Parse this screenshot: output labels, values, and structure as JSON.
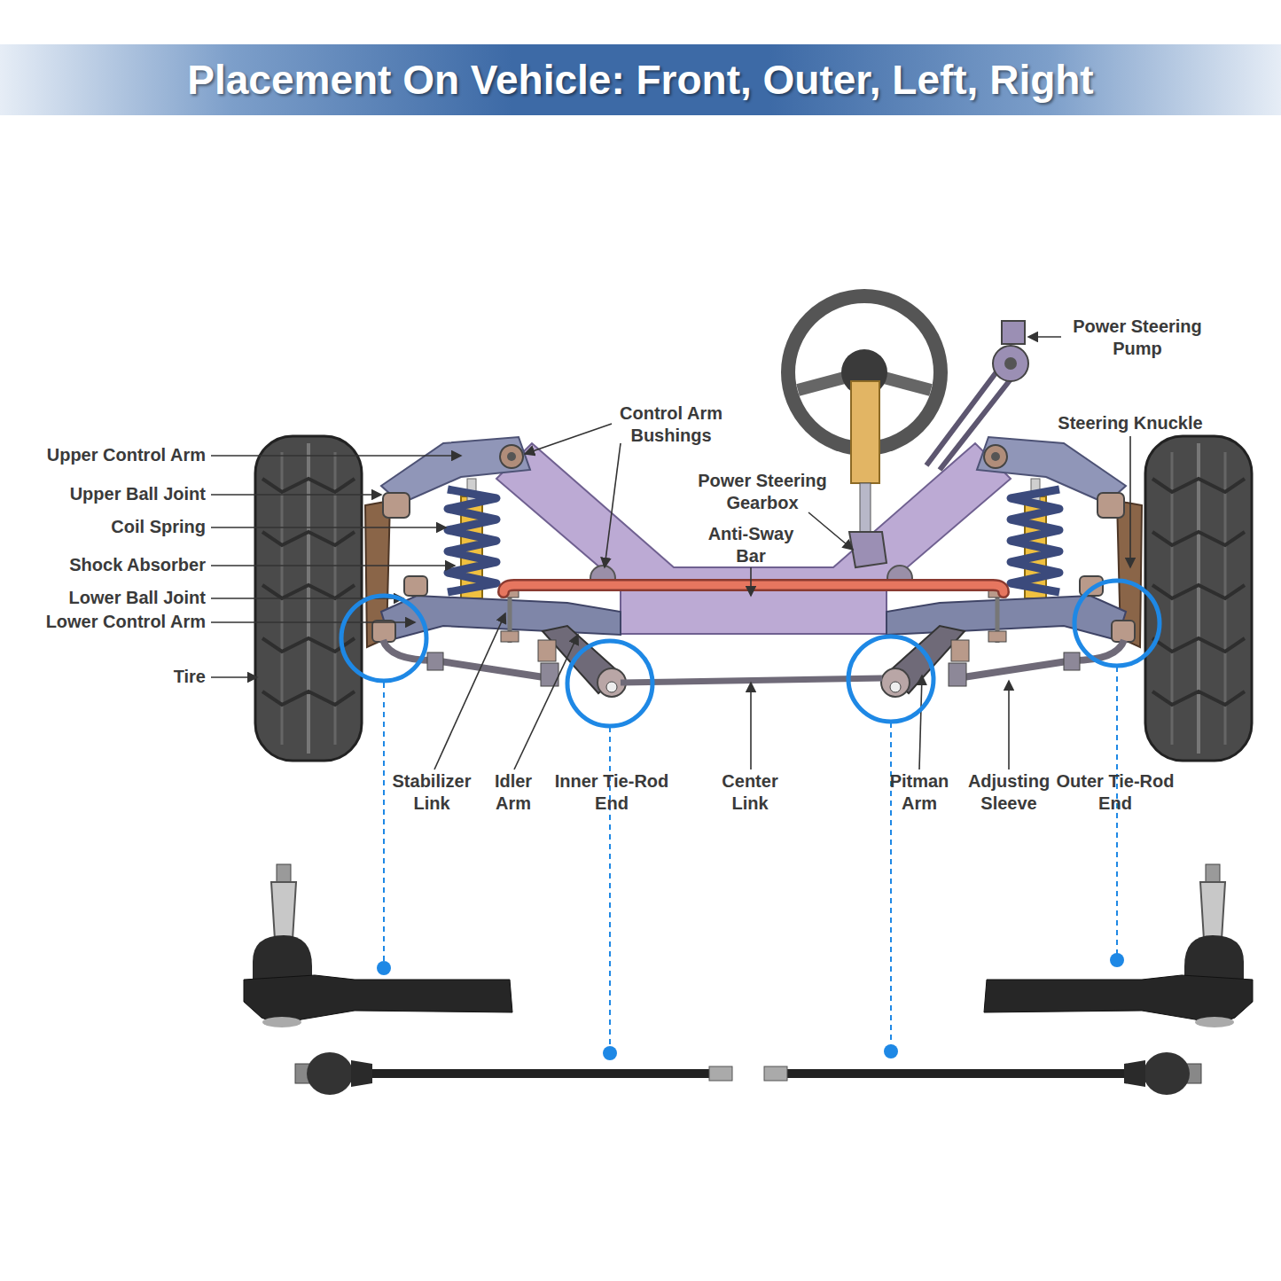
{
  "diagram": {
    "title": "Placement On Vehicle: Front, Outer, Left, Right",
    "labels": [
      "Power Steering Pump",
      "Control Arm Bushings",
      "Steering Knuckle",
      "Upper Control Arm",
      "Power Steering Gearbox",
      "Upper Ball Joint",
      "Anti-Sway Bar",
      "Coil Spring",
      "Shock Absorber",
      "Lower Ball Joint",
      "Lower Control Arm",
      "Tire",
      "Stabilizer Link",
      "Idler Arm",
      "Inner Tie-Rod End",
      "Center Link",
      "Pitman Arm",
      "Adjusting Sleeve",
      "Outer Tie-Rod End"
    ]
  }
}
